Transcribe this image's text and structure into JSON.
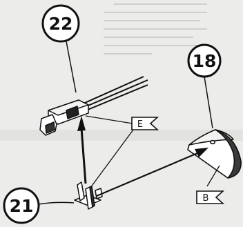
{
  "parts": {
    "p22": {
      "number": "22"
    },
    "p18": {
      "number": "18"
    },
    "p21": {
      "number": "21"
    }
  },
  "labels": {
    "flag_e": "E",
    "flag_b": "B"
  },
  "colors": {
    "background": "#ececea",
    "ink": "#111111",
    "shading": "#3a3a3a"
  }
}
